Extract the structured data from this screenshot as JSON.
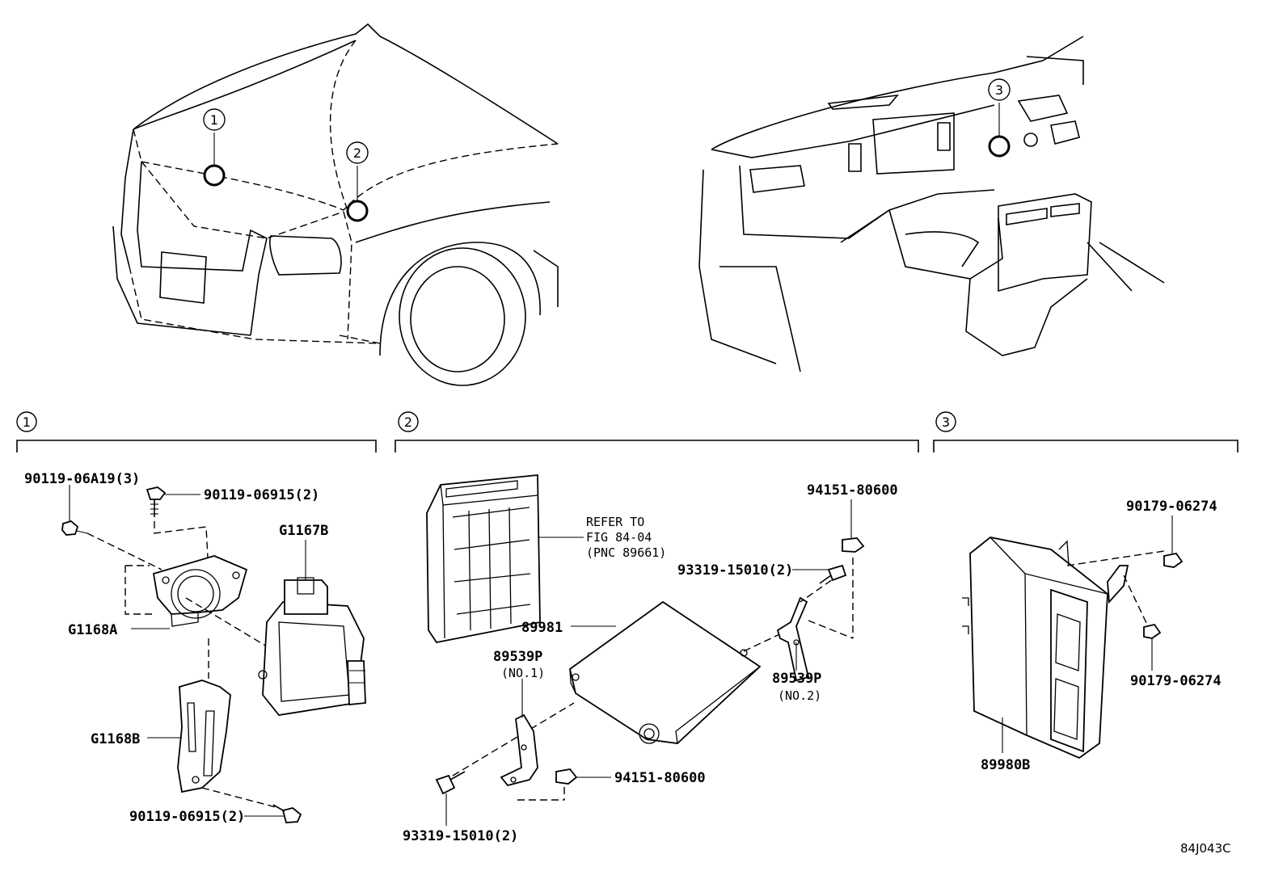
{
  "figure_code": "84J043C",
  "locations": [
    {
      "num": "1"
    },
    {
      "num": "2"
    },
    {
      "num": "3"
    }
  ],
  "sections": [
    {
      "num": "1"
    },
    {
      "num": "2"
    },
    {
      "num": "3"
    }
  ],
  "parts": {
    "p_90119_06A19": "90119-06A19(3)",
    "p_90119_06915_top": "90119-06915(2)",
    "p_G1167B": "G1167B",
    "p_G1168A": "G1168A",
    "p_G1168B": "G1168B",
    "p_90119_06915_bot": "90119-06915(2)",
    "refer_line1": "REFER TO",
    "refer_line2": "FIG 84-04",
    "refer_line3": "(PNC 89661)",
    "p_89981": "89981",
    "p_89539P_1": "89539P",
    "p_89539P_1_sub": "(NO.1)",
    "p_89539P_2": "89539P",
    "p_89539P_2_sub": "(NO.2)",
    "p_94151_top": "94151-80600",
    "p_93319_top": "93319-15010(2)",
    "p_94151_bot": "94151-80600",
    "p_93319_bot": "93319-15010(2)",
    "p_90179_top": "90179-06274",
    "p_90179_bot": "90179-06274",
    "p_89980B": "89980B"
  }
}
